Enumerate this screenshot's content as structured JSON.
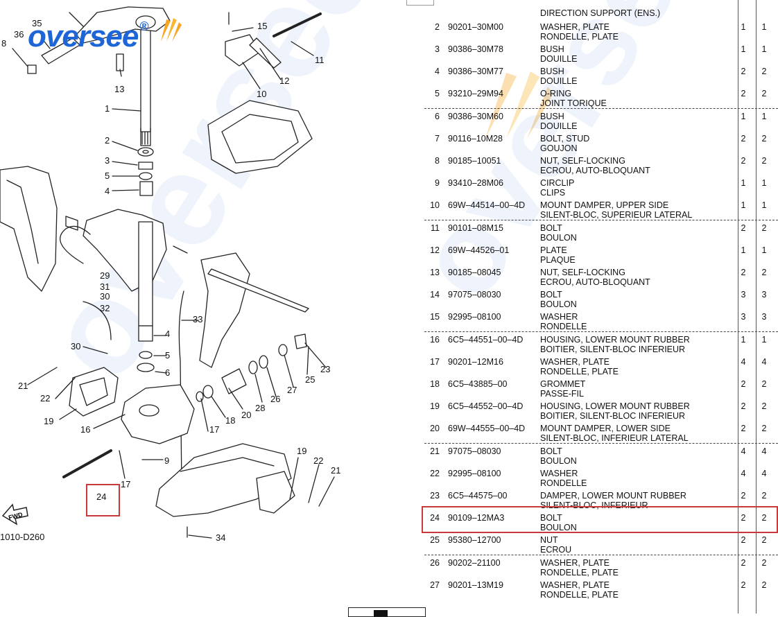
{
  "brand": {
    "logo_text": "oversee",
    "reg_mark": "®"
  },
  "diagram": {
    "drawing_code": "1010-D260",
    "fwd_label": "FWD",
    "callouts": [
      "35",
      "36",
      "8",
      "13",
      "1",
      "2",
      "3",
      "5",
      "4",
      "29",
      "31",
      "30",
      "32",
      "30",
      "21",
      "22",
      "19",
      "16",
      "24",
      "17",
      "9",
      "15",
      "11",
      "12",
      "10",
      "33",
      "4",
      "5",
      "6",
      "17",
      "18",
      "20",
      "28",
      "26",
      "27",
      "25",
      "23",
      "19",
      "22",
      "21",
      "34"
    ]
  },
  "table": {
    "top_desc": "DIRECTION SUPPORT (ENS.)",
    "rows": [
      {
        "ref": "2",
        "pn": "90201–30M00",
        "desc_en": "WASHER, PLATE",
        "desc_fr": "RONDELLE, PLATE",
        "q1": "1",
        "q2": "1",
        "group_start": false
      },
      {
        "ref": "3",
        "pn": "90386–30M78",
        "desc_en": "BUSH",
        "desc_fr": "DOUILLE",
        "q1": "1",
        "q2": "1",
        "group_start": false
      },
      {
        "ref": "4",
        "pn": "90386–30M77",
        "desc_en": "BUSH",
        "desc_fr": "DOUILLE",
        "q1": "2",
        "q2": "2",
        "group_start": false
      },
      {
        "ref": "5",
        "pn": "93210–29M94",
        "desc_en": "O-RING",
        "desc_fr": "JOINT TORIQUE",
        "q1": "2",
        "q2": "2",
        "group_start": false
      },
      {
        "ref": "6",
        "pn": "90386–30M60",
        "desc_en": "BUSH",
        "desc_fr": "DOUILLE",
        "q1": "1",
        "q2": "1",
        "group_start": true
      },
      {
        "ref": "7",
        "pn": "90116–10M28",
        "desc_en": "BOLT, STUD",
        "desc_fr": "GOUJON",
        "q1": "2",
        "q2": "2",
        "group_start": false
      },
      {
        "ref": "8",
        "pn": "90185–10051",
        "desc_en": "NUT, SELF-LOCKING",
        "desc_fr": "ECROU, AUTO-BLOQUANT",
        "q1": "2",
        "q2": "2",
        "group_start": false
      },
      {
        "ref": "9",
        "pn": "93410–28M06",
        "desc_en": "CIRCLIP",
        "desc_fr": "CLIPS",
        "q1": "1",
        "q2": "1",
        "group_start": false
      },
      {
        "ref": "10",
        "pn": "69W–44514–00–4D",
        "desc_en": "MOUNT DAMPER, UPPER SIDE",
        "desc_fr": "SILENT-BLOC, SUPERIEUR LATERAL",
        "q1": "1",
        "q2": "1",
        "group_start": false
      },
      {
        "ref": "11",
        "pn": "90101–08M15",
        "desc_en": "BOLT",
        "desc_fr": "BOULON",
        "q1": "2",
        "q2": "2",
        "group_start": true
      },
      {
        "ref": "12",
        "pn": "69W–44526–01",
        "desc_en": "PLATE",
        "desc_fr": "PLAQUE",
        "q1": "1",
        "q2": "1",
        "group_start": false
      },
      {
        "ref": "13",
        "pn": "90185–08045",
        "desc_en": "NUT, SELF-LOCKING",
        "desc_fr": "ECROU, AUTO-BLOQUANT",
        "q1": "2",
        "q2": "2",
        "group_start": false
      },
      {
        "ref": "14",
        "pn": "97075–08030",
        "desc_en": "BOLT",
        "desc_fr": "BOULON",
        "q1": "3",
        "q2": "3",
        "group_start": false
      },
      {
        "ref": "15",
        "pn": "92995–08100",
        "desc_en": "WASHER",
        "desc_fr": "RONDELLE",
        "q1": "3",
        "q2": "3",
        "group_start": false
      },
      {
        "ref": "16",
        "pn": "6C5–44551–00–4D",
        "desc_en": "HOUSING, LOWER MOUNT RUBBER",
        "desc_fr": "BOITIER, SILENT-BLOC INFERIEUR",
        "q1": "1",
        "q2": "1",
        "group_start": true
      },
      {
        "ref": "17",
        "pn": "90201–12M16",
        "desc_en": "WASHER, PLATE",
        "desc_fr": "RONDELLE, PLATE",
        "q1": "4",
        "q2": "4",
        "group_start": false
      },
      {
        "ref": "18",
        "pn": "6C5–43885–00",
        "desc_en": "GROMMET",
        "desc_fr": "PASSE-FIL",
        "q1": "2",
        "q2": "2",
        "group_start": false
      },
      {
        "ref": "19",
        "pn": "6C5–44552–00–4D",
        "desc_en": "HOUSING, LOWER MOUNT RUBBER",
        "desc_fr": "BOITIER, SILENT-BLOC INFERIEUR",
        "q1": "2",
        "q2": "2",
        "group_start": false
      },
      {
        "ref": "20",
        "pn": "69W–44555–00–4D",
        "desc_en": "MOUNT DAMPER, LOWER SIDE",
        "desc_fr": "SILENT-BLOC, INFERIEUR LATERAL",
        "q1": "2",
        "q2": "2",
        "group_start": false
      },
      {
        "ref": "21",
        "pn": "97075–08030",
        "desc_en": "BOLT",
        "desc_fr": "BOULON",
        "q1": "4",
        "q2": "4",
        "group_start": true
      },
      {
        "ref": "22",
        "pn": "92995–08100",
        "desc_en": "WASHER",
        "desc_fr": "RONDELLE",
        "q1": "4",
        "q2": "4",
        "group_start": false
      },
      {
        "ref": "23",
        "pn": "6C5–44575–00",
        "desc_en": "DAMPER, LOWER MOUNT RUBBER",
        "desc_fr": "SILENT-BLOC, INFERIEUR",
        "q1": "2",
        "q2": "2",
        "group_start": false
      },
      {
        "ref": "24",
        "pn": "90109–12MA3",
        "desc_en": "BOLT",
        "desc_fr": "BOULON",
        "q1": "2",
        "q2": "2",
        "group_start": false
      },
      {
        "ref": "25",
        "pn": "95380–12700",
        "desc_en": "NUT",
        "desc_fr": "ECROU",
        "q1": "2",
        "q2": "2",
        "group_start": false
      },
      {
        "ref": "26",
        "pn": "90202–21100",
        "desc_en": "WASHER, PLATE",
        "desc_fr": "RONDELLE, PLATE",
        "q1": "2",
        "q2": "2",
        "group_start": true
      },
      {
        "ref": "27",
        "pn": "90201–13M19",
        "desc_en": "WASHER, PLATE",
        "desc_fr": "RONDELLE, PLATE",
        "q1": "2",
        "q2": "2",
        "group_start": false
      }
    ]
  },
  "colors": {
    "highlight": "#c83a3a",
    "brand_blue": "#1e66d8",
    "brand_orange": "#f5a623"
  }
}
